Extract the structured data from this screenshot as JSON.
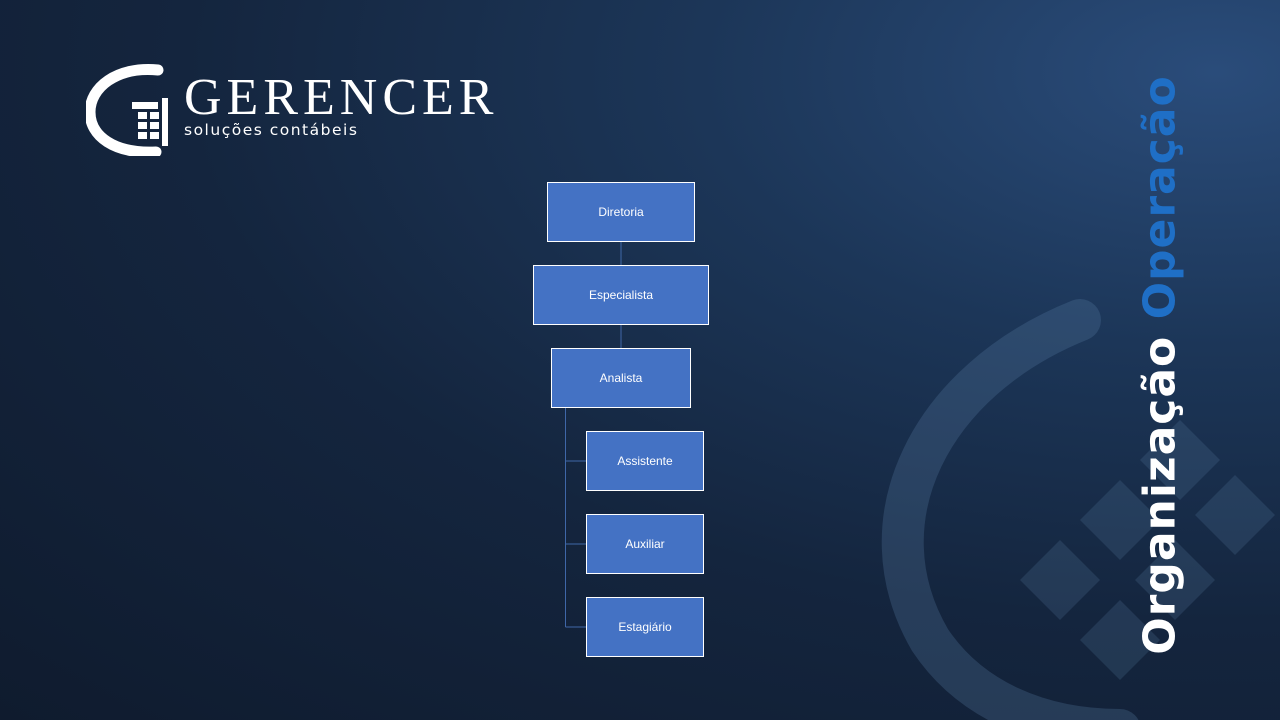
{
  "brand": {
    "name": "GERENCER",
    "tagline": "soluções contábeis"
  },
  "org_chart": {
    "top": "Diretoria",
    "second": "Especialista",
    "third": "Analista",
    "subordinates": [
      "Assistente",
      "Auxiliar",
      "Estagiário"
    ]
  },
  "side_title": {
    "word1": "Organização",
    "word2": "Operação"
  },
  "colors": {
    "box_fill": "#4472c4",
    "accent_blue": "#1f6fc6",
    "background_dark": "#0f1b2e"
  }
}
